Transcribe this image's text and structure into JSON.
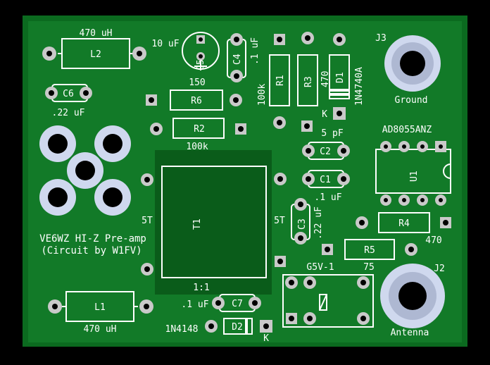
{
  "board": {
    "title_line1": "VE6WZ HI-Z Pre-amp",
    "title_line2": "(Circuit by W1FV)",
    "colors": {
      "board": "#0b6a1f",
      "copper": "#0f7f27",
      "silk": "#ffffff",
      "pad": "#c9c9c9",
      "hole": "#000000",
      "annular": "#cfd8ee"
    }
  },
  "components": {
    "L2": {
      "ref": "L2",
      "value": "470 uH"
    },
    "L1": {
      "ref": "L1",
      "value": "470 uH"
    },
    "C6": {
      "ref": "C6",
      "value": ".22 uF"
    },
    "C5": {
      "ref": "C5",
      "value": "10 uF"
    },
    "C4": {
      "ref": "C4",
      "value": ".1 uF"
    },
    "R6": {
      "ref": "R6",
      "value": "150"
    },
    "R2": {
      "ref": "R2",
      "value": "100k"
    },
    "R1": {
      "ref": "R1",
      "value": "100k"
    },
    "R3": {
      "ref": "R3",
      "value": "470"
    },
    "D1": {
      "ref": "D1",
      "value": "1N4740A",
      "k": "K"
    },
    "C2": {
      "ref": "C2",
      "value": "5 pF"
    },
    "C1": {
      "ref": "C1",
      "value": ".1 uF"
    },
    "T1": {
      "ref": "T1",
      "ratio": "1:1",
      "left": "5T",
      "right": "5T"
    },
    "C3": {
      "ref": "C3",
      "value": ".22 uF"
    },
    "U1": {
      "ref": "U1",
      "value": "AD8055ANZ"
    },
    "R4": {
      "ref": "R4",
      "value": "470"
    },
    "R5": {
      "ref": "R5",
      "value": "75"
    },
    "K1": {
      "value": "G5V-1"
    },
    "C7": {
      "ref": "C7",
      "value": ".1 uF"
    },
    "D2": {
      "ref": "D2",
      "value": "1N4148",
      "k": "K"
    },
    "J3": {
      "ref": "J3",
      "label": "Ground"
    },
    "J2": {
      "ref": "J2",
      "label": "Antenna"
    }
  }
}
